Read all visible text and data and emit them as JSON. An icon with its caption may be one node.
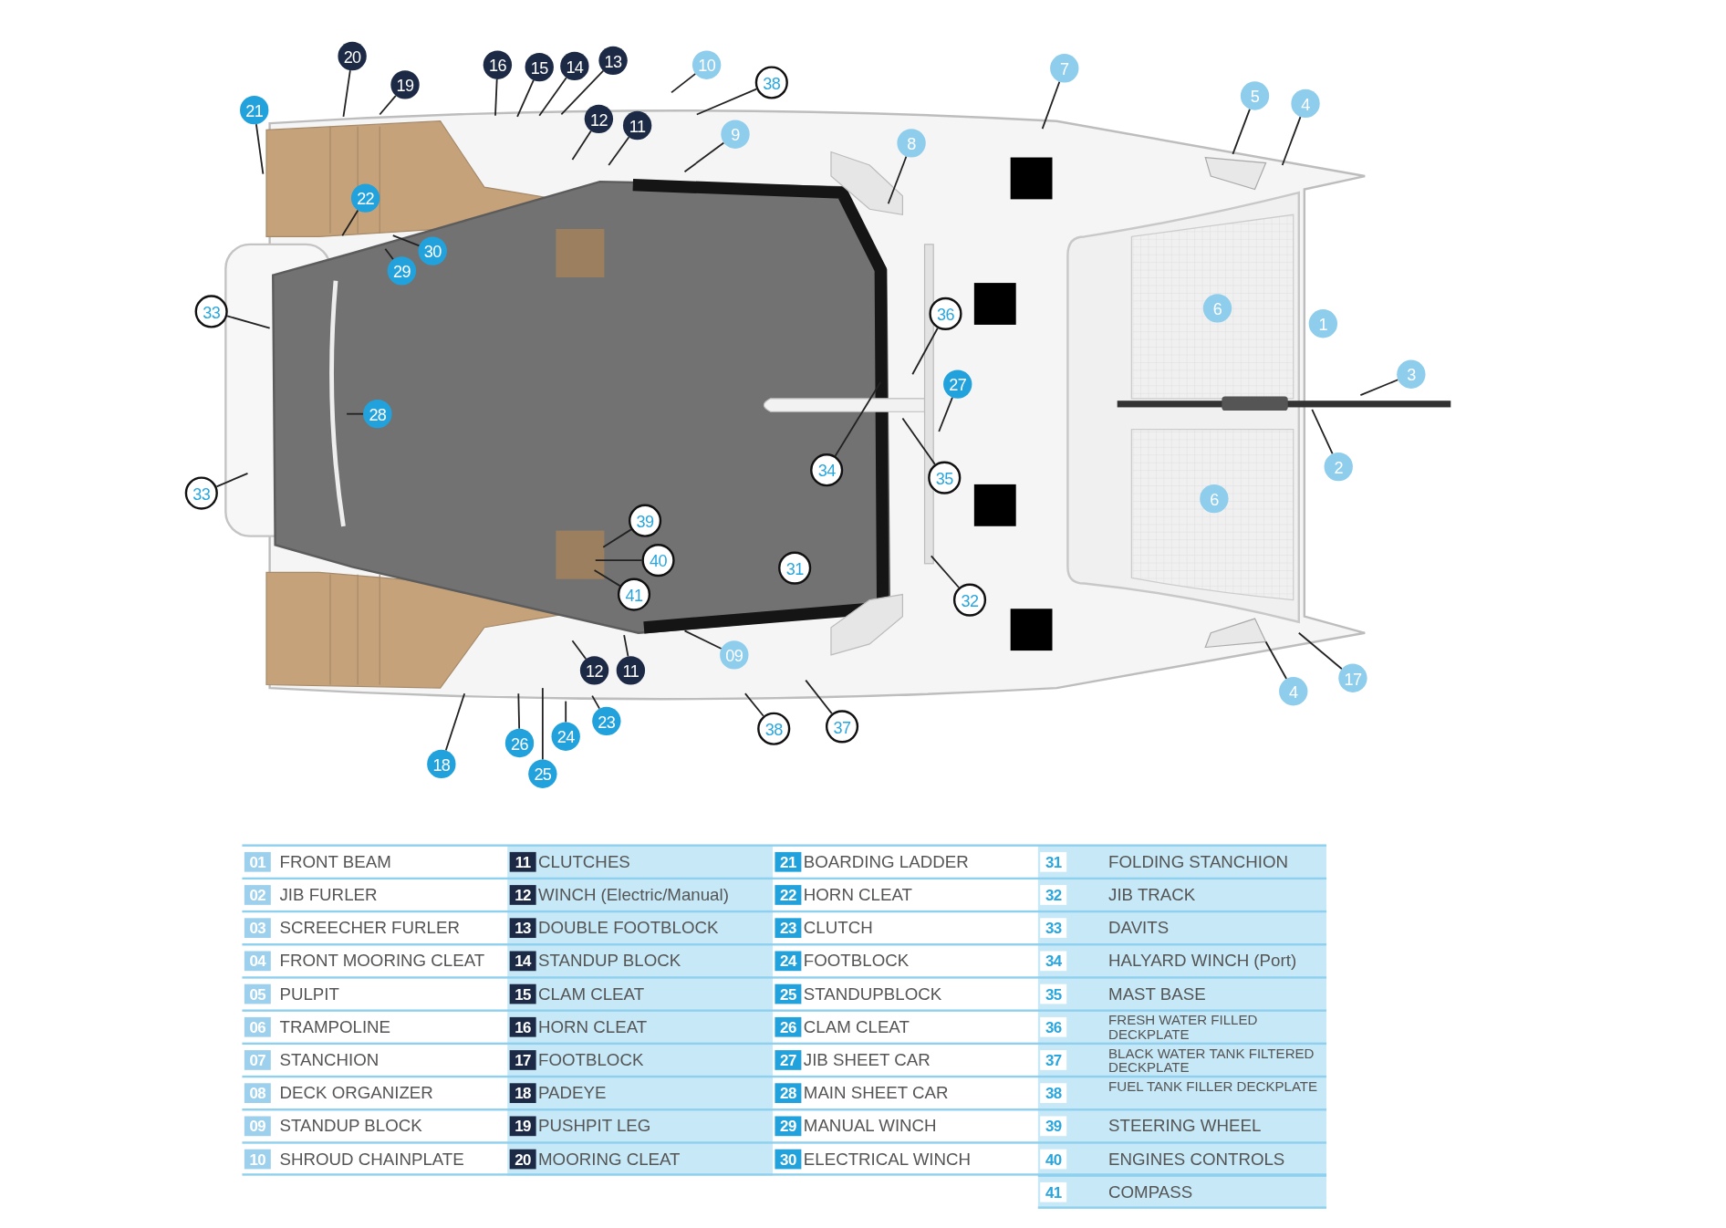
{
  "diagram": {
    "nodes": [
      {
        "text": [
          "20"
        ]
      },
      {
        "text": [
          "21"
        ]
      },
      {
        "text": [
          "19"
        ]
      },
      {
        "text": [
          "16"
        ]
      },
      {
        "text": [
          "15"
        ]
      },
      {
        "text": [
          "14"
        ]
      },
      {
        "text": [
          "13"
        ]
      },
      {
        "text": [
          "10"
        ]
      },
      {
        "text": [
          "38"
        ]
      },
      {
        "text": [
          "7"
        ]
      },
      {
        "text": [
          "5"
        ]
      },
      {
        "text": [
          "4"
        ]
      },
      {
        "text": [
          "12"
        ]
      },
      {
        "text": [
          "11"
        ]
      },
      {
        "text": [
          "9"
        ]
      },
      {
        "text": [
          "8"
        ]
      },
      {
        "text": [
          "22"
        ]
      },
      {
        "text": [
          "30"
        ]
      },
      {
        "text": [
          "29"
        ]
      },
      {
        "text": [
          "33"
        ]
      },
      {
        "text": [
          "36"
        ]
      },
      {
        "text": [
          "3"
        ]
      },
      {
        "text": [
          "27"
        ]
      },
      {
        "text": [
          "28"
        ]
      },
      {
        "text": [
          "2"
        ]
      },
      {
        "text": [
          "34"
        ]
      },
      {
        "text": [
          "35"
        ]
      },
      {
        "text": [
          "33"
        ]
      },
      {
        "text": [
          "39"
        ]
      },
      {
        "text": [
          "40"
        ]
      },
      {
        "text": [
          "41"
        ]
      },
      {
        "text": [
          "32"
        ]
      },
      {
        "text": [
          "09"
        ]
      },
      {
        "text": [
          "12"
        ]
      },
      {
        "text": [
          "11"
        ]
      },
      {
        "text": [
          "17"
        ]
      },
      {
        "text": [
          "4"
        ]
      },
      {
        "text": [
          "23"
        ]
      },
      {
        "text": [
          "38"
        ]
      },
      {
        "text": [
          "37"
        ]
      },
      {
        "text": [
          "26"
        ]
      },
      {
        "text": [
          "24"
        ]
      },
      {
        "text": [
          "18"
        ]
      },
      {
        "text": [
          "25"
        ]
      },
      {
        "text": [
          "6"
        ]
      },
      {
        "text": [
          "1"
        ]
      },
      {
        "text": [
          "6"
        ]
      },
      {
        "text": [
          "31"
        ]
      }
    ],
    "edges": [
      {
        "from": 0,
        "to": null,
        "arrow": "none"
      },
      {
        "from": 1,
        "to": null,
        "arrow": "none"
      },
      {
        "from": 2,
        "to": null,
        "arrow": "none"
      },
      {
        "from": 3,
        "to": null,
        "arrow": "none"
      },
      {
        "from": 4,
        "to": null,
        "arrow": "none"
      },
      {
        "from": 5,
        "to": null,
        "arrow": "none"
      },
      {
        "from": 6,
        "to": null,
        "arrow": "none"
      },
      {
        "from": 7,
        "to": null,
        "arrow": "none"
      },
      {
        "from": 8,
        "to": null,
        "arrow": "none"
      },
      {
        "from": 9,
        "to": null,
        "arrow": "none"
      },
      {
        "from": 10,
        "to": null,
        "arrow": "none"
      },
      {
        "from": 11,
        "to": null,
        "arrow": "none"
      },
      {
        "from": 12,
        "to": null,
        "arrow": "none"
      },
      {
        "from": 13,
        "to": null,
        "arrow": "none"
      },
      {
        "from": 14,
        "to": null,
        "arrow": "none"
      },
      {
        "from": 15,
        "to": null,
        "arrow": "none"
      },
      {
        "from": 16,
        "to": null,
        "arrow": "none"
      },
      {
        "from": 17,
        "to": null,
        "arrow": "none"
      },
      {
        "from": 18,
        "to": null,
        "arrow": "none"
      },
      {
        "from": 19,
        "to": null,
        "arrow": "none"
      },
      {
        "from": 20,
        "to": null,
        "arrow": "none"
      },
      {
        "from": 21,
        "to": null,
        "arrow": "none"
      },
      {
        "from": 22,
        "to": null,
        "arrow": "none"
      },
      {
        "from": 23,
        "to": null,
        "arrow": "none"
      },
      {
        "from": 24,
        "to": null,
        "arrow": "none"
      },
      {
        "from": 25,
        "to": null,
        "arrow": "none"
      },
      {
        "from": 26,
        "to": null,
        "arrow": "none"
      },
      {
        "from": 27,
        "to": null,
        "arrow": "none"
      },
      {
        "from": 28,
        "to": null,
        "arrow": "none"
      },
      {
        "from": 29,
        "to": null,
        "arrow": "none"
      },
      {
        "from": 30,
        "to": null,
        "arrow": "none"
      },
      {
        "from": 31,
        "to": null,
        "arrow": "none"
      },
      {
        "from": 32,
        "to": null,
        "arrow": "none"
      },
      {
        "from": 33,
        "to": null,
        "arrow": "none"
      },
      {
        "from": 34,
        "to": null,
        "arrow": "none"
      },
      {
        "from": 35,
        "to": null,
        "arrow": "none"
      },
      {
        "from": 36,
        "to": null,
        "arrow": "none"
      },
      {
        "from": 37,
        "to": null,
        "arrow": "none"
      },
      {
        "from": 38,
        "to": null,
        "arrow": "none"
      },
      {
        "from": 39,
        "to": null,
        "arrow": "none"
      },
      {
        "from": 40,
        "to": null,
        "arrow": "none"
      },
      {
        "from": 41,
        "to": null,
        "arrow": "none"
      },
      {
        "from": 42,
        "to": null,
        "arrow": "none"
      },
      {
        "from": 43,
        "to": null,
        "arrow": "none"
      }
    ],
    "labels": [
      "01",
      "FRONT BEAM",
      "11",
      "CLUTCHES",
      "21",
      "BOARDING LADDER",
      "31",
      "FOLDING STANCHION",
      "02",
      "JIB FURLER",
      "12",
      "WINCH (Electric/Manual)",
      "22",
      "HORN CLEAT",
      "32",
      "JIB TRACK",
      "03",
      "SCREECHER FURLER",
      "13",
      "DOUBLE FOOTBLOCK",
      "23",
      "CLUTCH",
      "33",
      "DAVITS",
      "04",
      "FRONT MOORING CLEAT",
      "14",
      "STANDUP BLOCK",
      "24",
      "FOOTBLOCK",
      "34",
      "HALYARD WINCH (Port)",
      "05",
      "PULPIT",
      "15",
      "CLAM CLEAT",
      "25",
      "STANDUPBLOCK",
      "35",
      "MAST BASE",
      "06",
      "TRAMPOLINE",
      "16",
      "HORN CLEAT",
      "26",
      "CLAM CLEAT",
      "36",
      "FRESH WATER FILLED DECKPLATE",
      "07",
      "STANCHION",
      "17",
      "FOOTBLOCK",
      "27",
      "JIB SHEET CAR",
      "37",
      "BLACK WATER TANK FILTERED DECKPLATE",
      "08",
      "DECK ORGANIZER",
      "18",
      "PADEYE",
      "28",
      "MAIN SHEET CAR",
      "38",
      "FUEL TANK FILLER DECKPLATE",
      "09",
      "STANDUP BLOCK",
      "19",
      "PUSHPIT LEG",
      "29",
      "MANUAL WINCH",
      "39",
      "STEERING WHEEL",
      "10",
      "SHROUD CHAINPLATE",
      "20",
      "MOORING CLEAT",
      "30",
      "ELECTRICAL WINCH",
      "40",
      "ENGINES CONTROLS",
      "41",
      "COMPASS"
    ]
  }
}
